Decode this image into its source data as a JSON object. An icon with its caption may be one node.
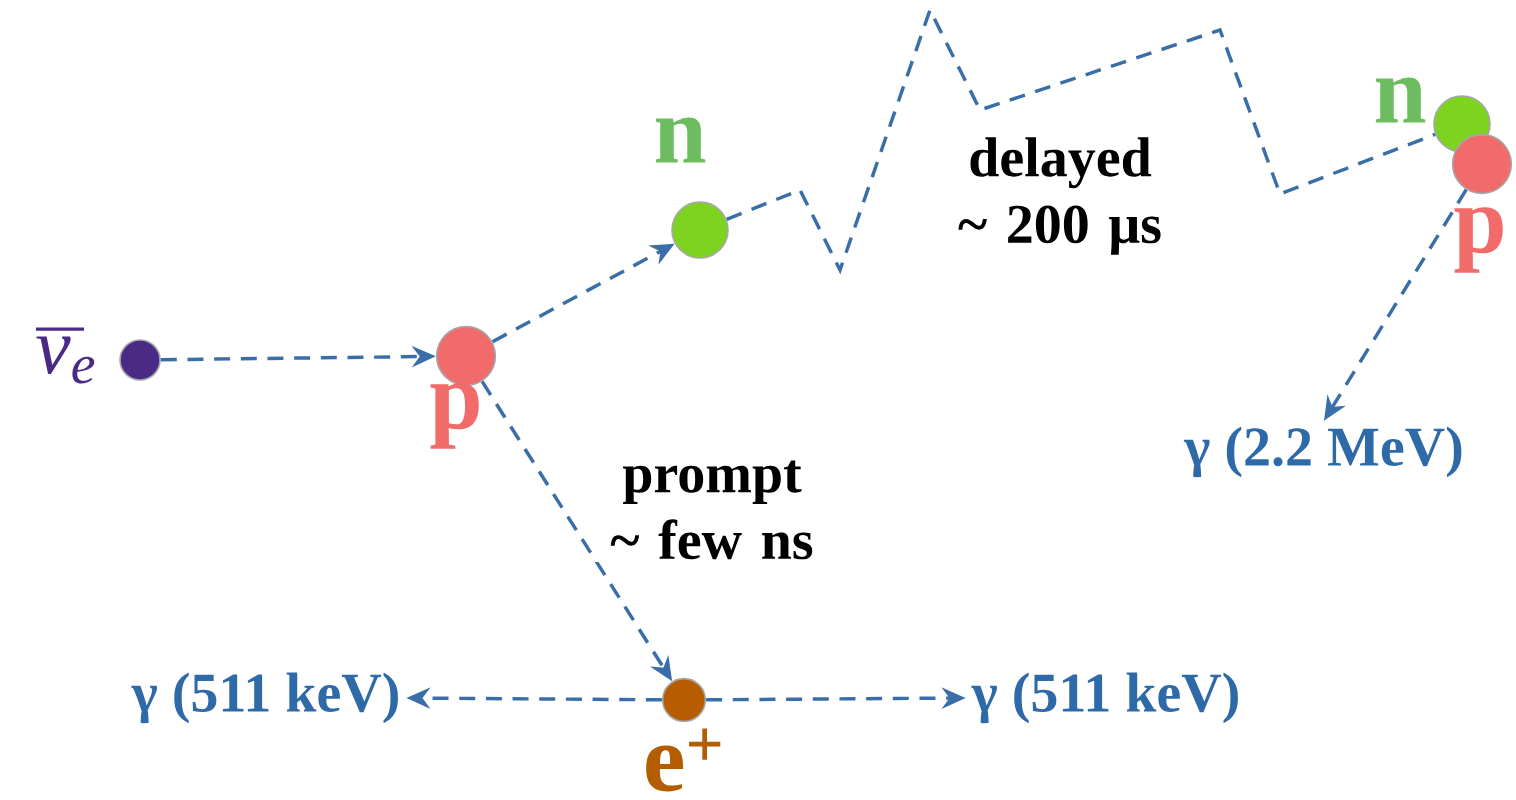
{
  "diagram": {
    "nodes": [
      {
        "text": [],
        "shape": "circle",
        "beside": [
          "ν$_{e}$"
        ]
      },
      {
        "text": [],
        "shape": "circle",
        "beside": [
          "p"
        ]
      },
      {
        "text": [],
        "shape": "circle",
        "beside": [
          "n"
        ]
      },
      {
        "text": [],
        "shape": "circle",
        "beside": [
          "n"
        ]
      },
      {
        "text": [],
        "shape": "circle",
        "beside": [
          "p"
        ]
      },
      {
        "text": [],
        "shape": "circle",
        "beside": [
          "e$^{+}$"
        ]
      },
      {
        "text": [
          "γ (511 keV)"
        ]
      },
      {
        "text": [
          "γ (511 keV)"
        ]
      },
      {
        "text": [
          "γ (2.2 MeV)"
        ]
      }
    ],
    "edges": [
      {
        "from": 0,
        "to": 1,
        "arrow": "to"
      },
      {
        "from": 1,
        "to": 2,
        "arrow": "to"
      },
      {
        "from": 2,
        "to": 3,
        "arrow": "none",
        "label": "delayed ~ 200 μs"
      },
      {
        "from": 1,
        "to": 5,
        "arrow": "to",
        "label": "prompt ~ few ns"
      },
      {
        "from": 5,
        "to": 6,
        "arrow": "to"
      },
      {
        "from": 5,
        "to": 7,
        "arrow": "to"
      },
      {
        "from": 4,
        "to": 8,
        "arrow": "to"
      }
    ]
  }
}
